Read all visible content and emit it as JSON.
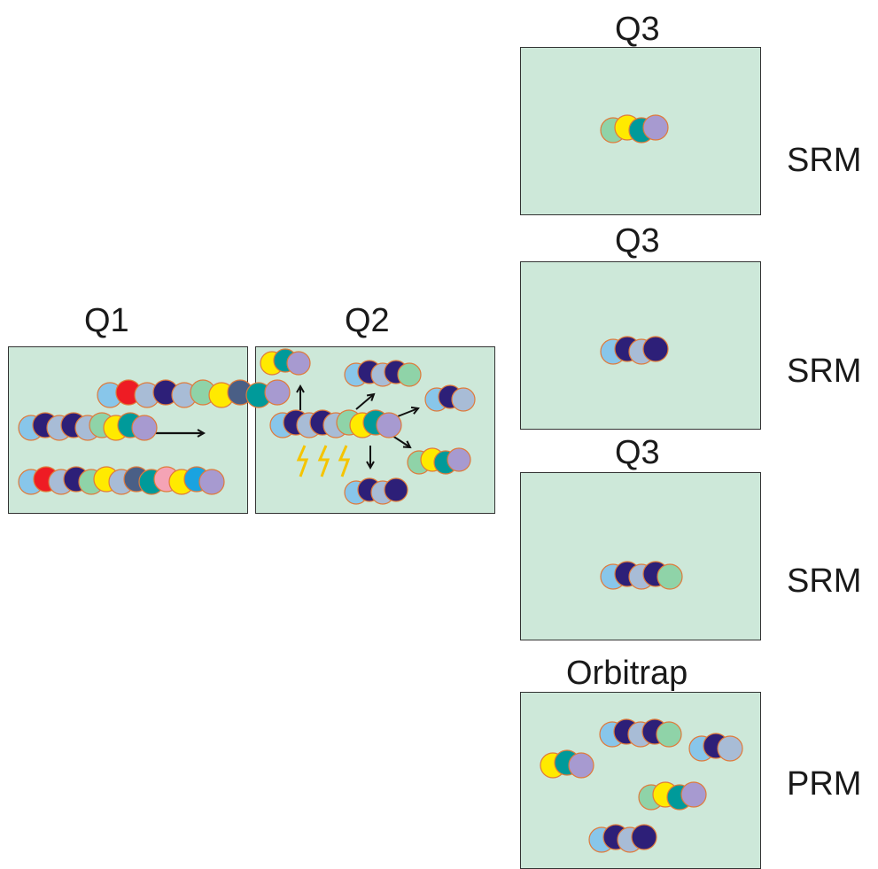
{
  "colors": {
    "panel_bg": "#cde8d9",
    "panel_border": "#333333",
    "bead_outline": "#e07a3a",
    "lightning": "#f5c400",
    "arrow": "#111111",
    "beads": {
      "light_blue": "#88c6ea",
      "navy": "#2d1f78",
      "grey_blue": "#a8bcd6",
      "green": "#8fd3a8",
      "yellow": "#ffea00",
      "teal": "#009a9a",
      "lavender": "#a79ad0",
      "red": "#ee1c24",
      "slate": "#4a5f86",
      "pink": "#f5a3b5",
      "blue": "#1aa3e0"
    }
  },
  "stages": {
    "q1": {
      "label": "Q1"
    },
    "q2": {
      "label": "Q2"
    },
    "q3_top": {
      "label": "Q3",
      "mode": "SRM"
    },
    "q3_mid": {
      "label": "Q3",
      "mode": "SRM"
    },
    "q3_bot": {
      "label": "Q3",
      "mode": "SRM"
    },
    "orbitrap": {
      "label": "Orbitrap",
      "mode": "PRM"
    }
  },
  "icons": [
    "arrow-icon",
    "lightning-icon",
    "peptide-bead"
  ]
}
